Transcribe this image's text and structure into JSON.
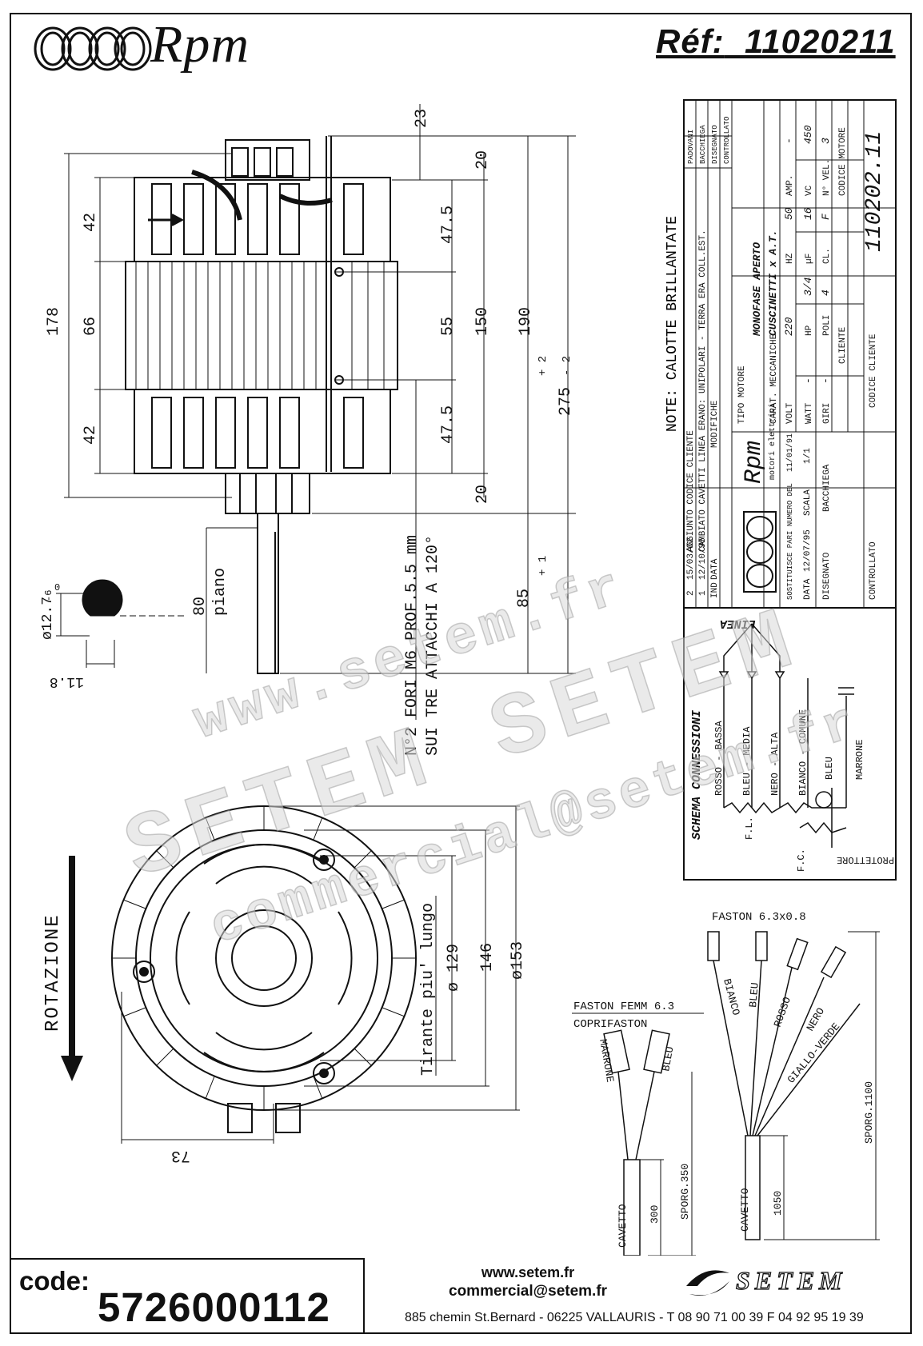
{
  "header": {
    "brand": "Rpm",
    "reference_label": "Réf:",
    "reference_number": "11020211"
  },
  "dimensions": {
    "d23": "23",
    "d20_top": "20",
    "d42_top": "42",
    "d47_5_top": "47.5",
    "d66": "66",
    "d55": "55",
    "d150": "150",
    "d190": "190",
    "d178": "178",
    "d42_bottom": "42",
    "d47_5_bottom": "47.5",
    "d20_bottom": "20",
    "d275": "275",
    "d275_tol_plus": "+ 2",
    "d275_tol_minus": "- 2",
    "d85": "85",
    "d85_tol": "+ 1",
    "d80": "80",
    "piano": "piano",
    "shaft_diameter": "ø12.7",
    "shaft_tol": "0",
    "shaft_tol2": "-6",
    "flat": "11.8",
    "holes_note_1": "N°2 FORI M6 PROF.5.5 mm",
    "holes_note_2": "SUI TRE ATTACCHI A 120°",
    "d73": "73",
    "d129": "ø 129",
    "d146": "146",
    "d153": "ø153",
    "tirante": "Tirante piu' lungo",
    "rotazione": "ROTAZIONE"
  },
  "notes": {
    "note": "NOTE: CALOTTE BRILLANTATE"
  },
  "title_block": {
    "revisions": [
      {
        "no": "2",
        "date": "15/03/02",
        "text": "AGGIUNTO CODICE CLIENTE"
      },
      {
        "no": "1",
        "date": "12/10/95",
        "text": "CAMBIATO CAVETTI LINEA ERANO: UNIPOLARI - TERRA ERA COLL.EST."
      },
      {
        "no": "IND",
        "date": "DATA",
        "text": "MODIFICHE"
      }
    ],
    "signatures": [
      "PADOVANI",
      "BACCHIEGA",
      "DISEGNATO",
      "CONTROLLATO"
    ],
    "tipo_motore_label": "TIPO MOTORE",
    "tipo_motore": "MONOFASE APERTO",
    "carat_label": "CARAT. MECCANICHE",
    "carat": "CUSCINETTI x A.T.",
    "volt_label": "VOLT",
    "volt": "220",
    "hz_label": "HZ",
    "hz": "50",
    "amp_label": "AMP.",
    "amp": "-",
    "watt_label": "WATT",
    "watt": "-",
    "hp_label": "HP",
    "hp": "3/4",
    "uf_label": "µF",
    "uf": "16",
    "vc_label": "VC",
    "vc": "450",
    "giri_label": "GIRI",
    "giri": "-",
    "poli_label": "POLI",
    "poli": "4",
    "cl_label": "CL.",
    "cl": "F",
    "vel_label": "N° VEL.",
    "vel": "3",
    "cliente_label": "CLIENTE",
    "codice_motore_label": "CODICE MOTORE",
    "codice_motore": "110202.11",
    "codice_cliente_label": "CODICE CLIENTE",
    "company": "Rpm",
    "company_sub": "motori elettrici",
    "sostituisce": "SOSTITUISCE PARI NUMERO DEL",
    "sost_date": "11/01/91",
    "data_label": "DATA",
    "data": "12/07/95",
    "scala_label": "SCALA",
    "scala": "1/1",
    "disegnato_label": "DISEGNATO",
    "disegnato": "BACCHIEGA",
    "controllato_label": "CONTROLLATO"
  },
  "schema": {
    "title": "SCHEMA CONNESSIONI",
    "linea": "LINEA",
    "wires": [
      "ROSSO - BASSA",
      "BLEU - MEDIA",
      "NERO - ALTA",
      "BIANCO - COMUNE",
      "BLEU",
      "MARRONE"
    ],
    "fl": "F.L.",
    "fc": "F.C.",
    "protettore": "PROTETTORE"
  },
  "faston_left": {
    "title": "FASTON FEMM 6.3",
    "subtitle": "COPRIFASTON",
    "wire1": "MARRONE",
    "wire2": "BLEU",
    "cavetto": "CAVETTO",
    "len": "300",
    "sporg": "SPORG.350"
  },
  "faston_right": {
    "title": "FASTON 6.3x0.8",
    "wires": [
      "BIANCO",
      "BLEU",
      "ROSSO",
      "NERO",
      "GIALLO-VERDE"
    ],
    "cavetto": "CAVETTO",
    "len": "1050",
    "sporg": "SPORG.1100"
  },
  "watermark": {
    "line1": "www.setem.fr",
    "line2": "SETEM SETEM",
    "line3": "commercial@setem.fr"
  },
  "footer": {
    "code_label": "code:",
    "code_value": "5726000112",
    "website": "www.setem.fr",
    "email": "commercial@setem.fr",
    "address": "885 chemin St.Bernard  -  06225 VALLAURIS  -  T 08 90 71 00 39   F 04 92 95 19 39",
    "logo": "SETEM"
  }
}
